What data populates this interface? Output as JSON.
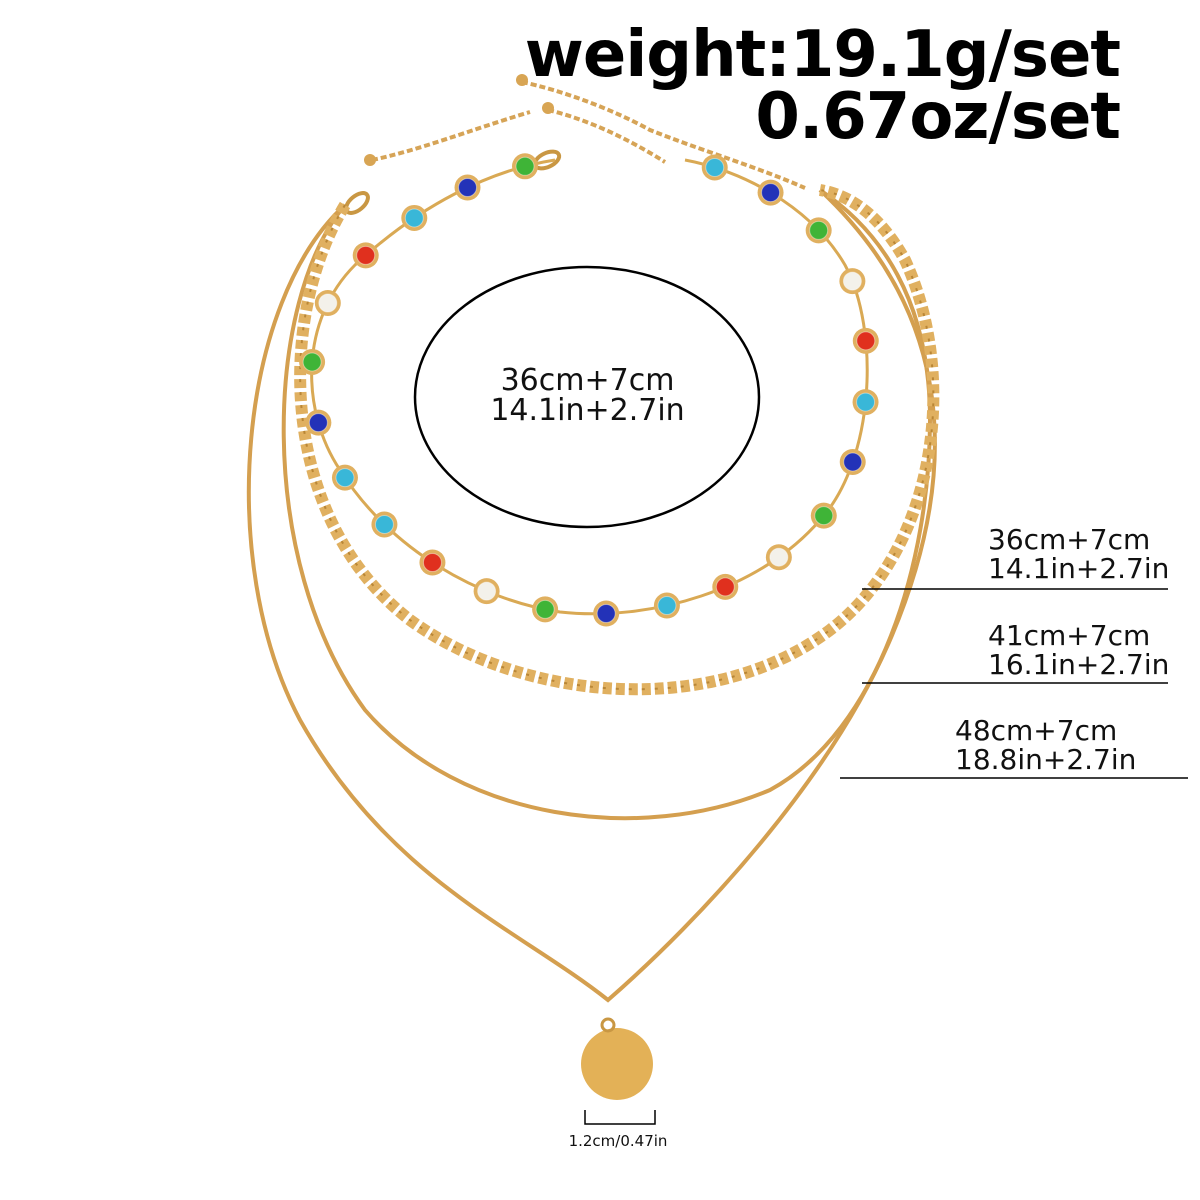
{
  "header": {
    "weight_line1": "weight:19.1g/set",
    "weight_line2": "0.67oz/set"
  },
  "ellipse_label": {
    "line1": "36cm+7cm",
    "line2": "14.1in+2.7in"
  },
  "callouts": [
    {
      "cm": "36cm+7cm",
      "inch": "14.1in+2.7in"
    },
    {
      "cm": "41cm+7cm",
      "inch": "16.1in+2.7in"
    },
    {
      "cm": "48cm+7cm",
      "inch": "18.8in+2.7in"
    }
  ],
  "pendant": {
    "size_label": "1.2cm/0.47in"
  },
  "colors": {
    "gold": "#e0b060",
    "gold_dark": "#b98636",
    "gem_red": "#e0301e",
    "gem_green": "#3fb437",
    "gem_blue": "#2332b8",
    "gem_cyan": "#39b7d8",
    "gem_clear": "#f3f1ea"
  },
  "gems": [
    "green",
    "blue",
    "cyan",
    "red",
    "clear",
    "green",
    "blue",
    "cyan",
    "cyan",
    "red",
    "clear",
    "green",
    "blue",
    "cyan",
    "red",
    "clear",
    "green",
    "blue",
    "cyan",
    "red",
    "clear",
    "green",
    "blue",
    "cyan"
  ]
}
